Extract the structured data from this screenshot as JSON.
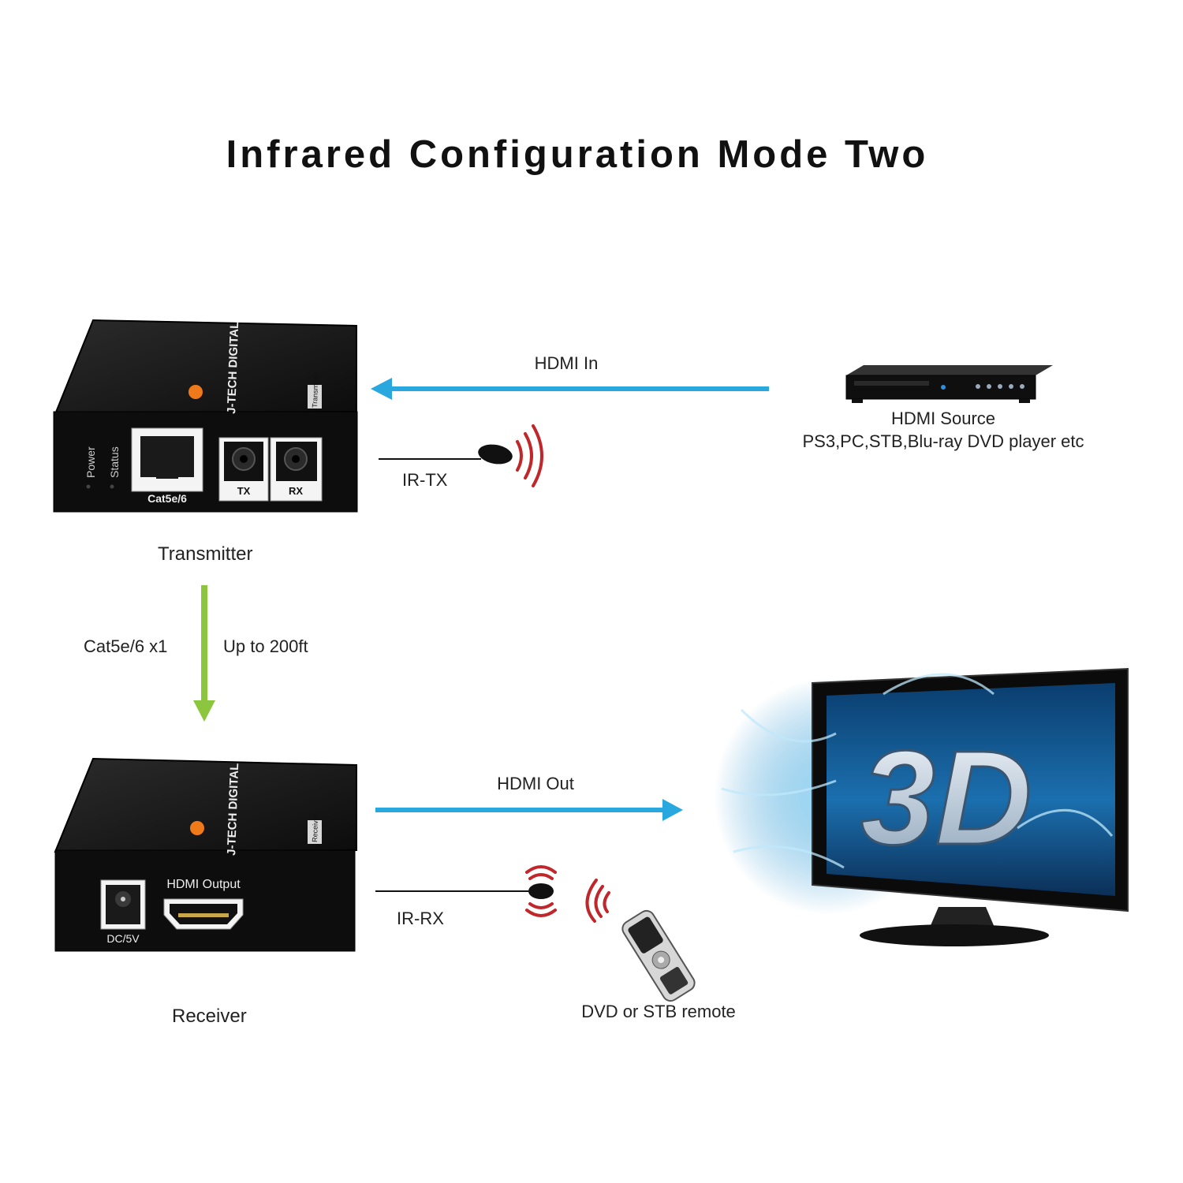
{
  "title": "Infrared Configuration Mode Two",
  "transmitter": {
    "label": "Transmitter",
    "box_side_text": "Transmitter",
    "brand": "J-TECH DIGITAL",
    "led_labels": [
      "Power",
      "Status"
    ],
    "port_label": "Cat5e/6",
    "ir_ports": [
      "TX",
      "RX"
    ]
  },
  "receiver": {
    "label": "Receiver",
    "box_side_text": "Receiver",
    "brand": "J-TECH DIGITAL",
    "dc_label": "DC/5V",
    "hdmi_port_label": "HDMI Output"
  },
  "links": {
    "hdmi_in": "HDMI  In",
    "hdmi_out": "HDMI Out",
    "ir_tx": "IR-TX",
    "ir_rx": "IR-RX",
    "cable": "Cat5e/6 x1",
    "distance": "Up to 200ft"
  },
  "source": {
    "title": "HDMI Source",
    "subtitle": "PS3,PC,STB,Blu-ray DVD player etc"
  },
  "display": {
    "badge": "3D"
  },
  "remote": {
    "label": "DVD or STB remote"
  },
  "colors": {
    "hdmi_arrow": "#29a8e0",
    "cable_arrow": "#8cc63e",
    "ir_wave": "#c0262a",
    "device": "#111111",
    "brand_accent": "#f07a1a"
  }
}
